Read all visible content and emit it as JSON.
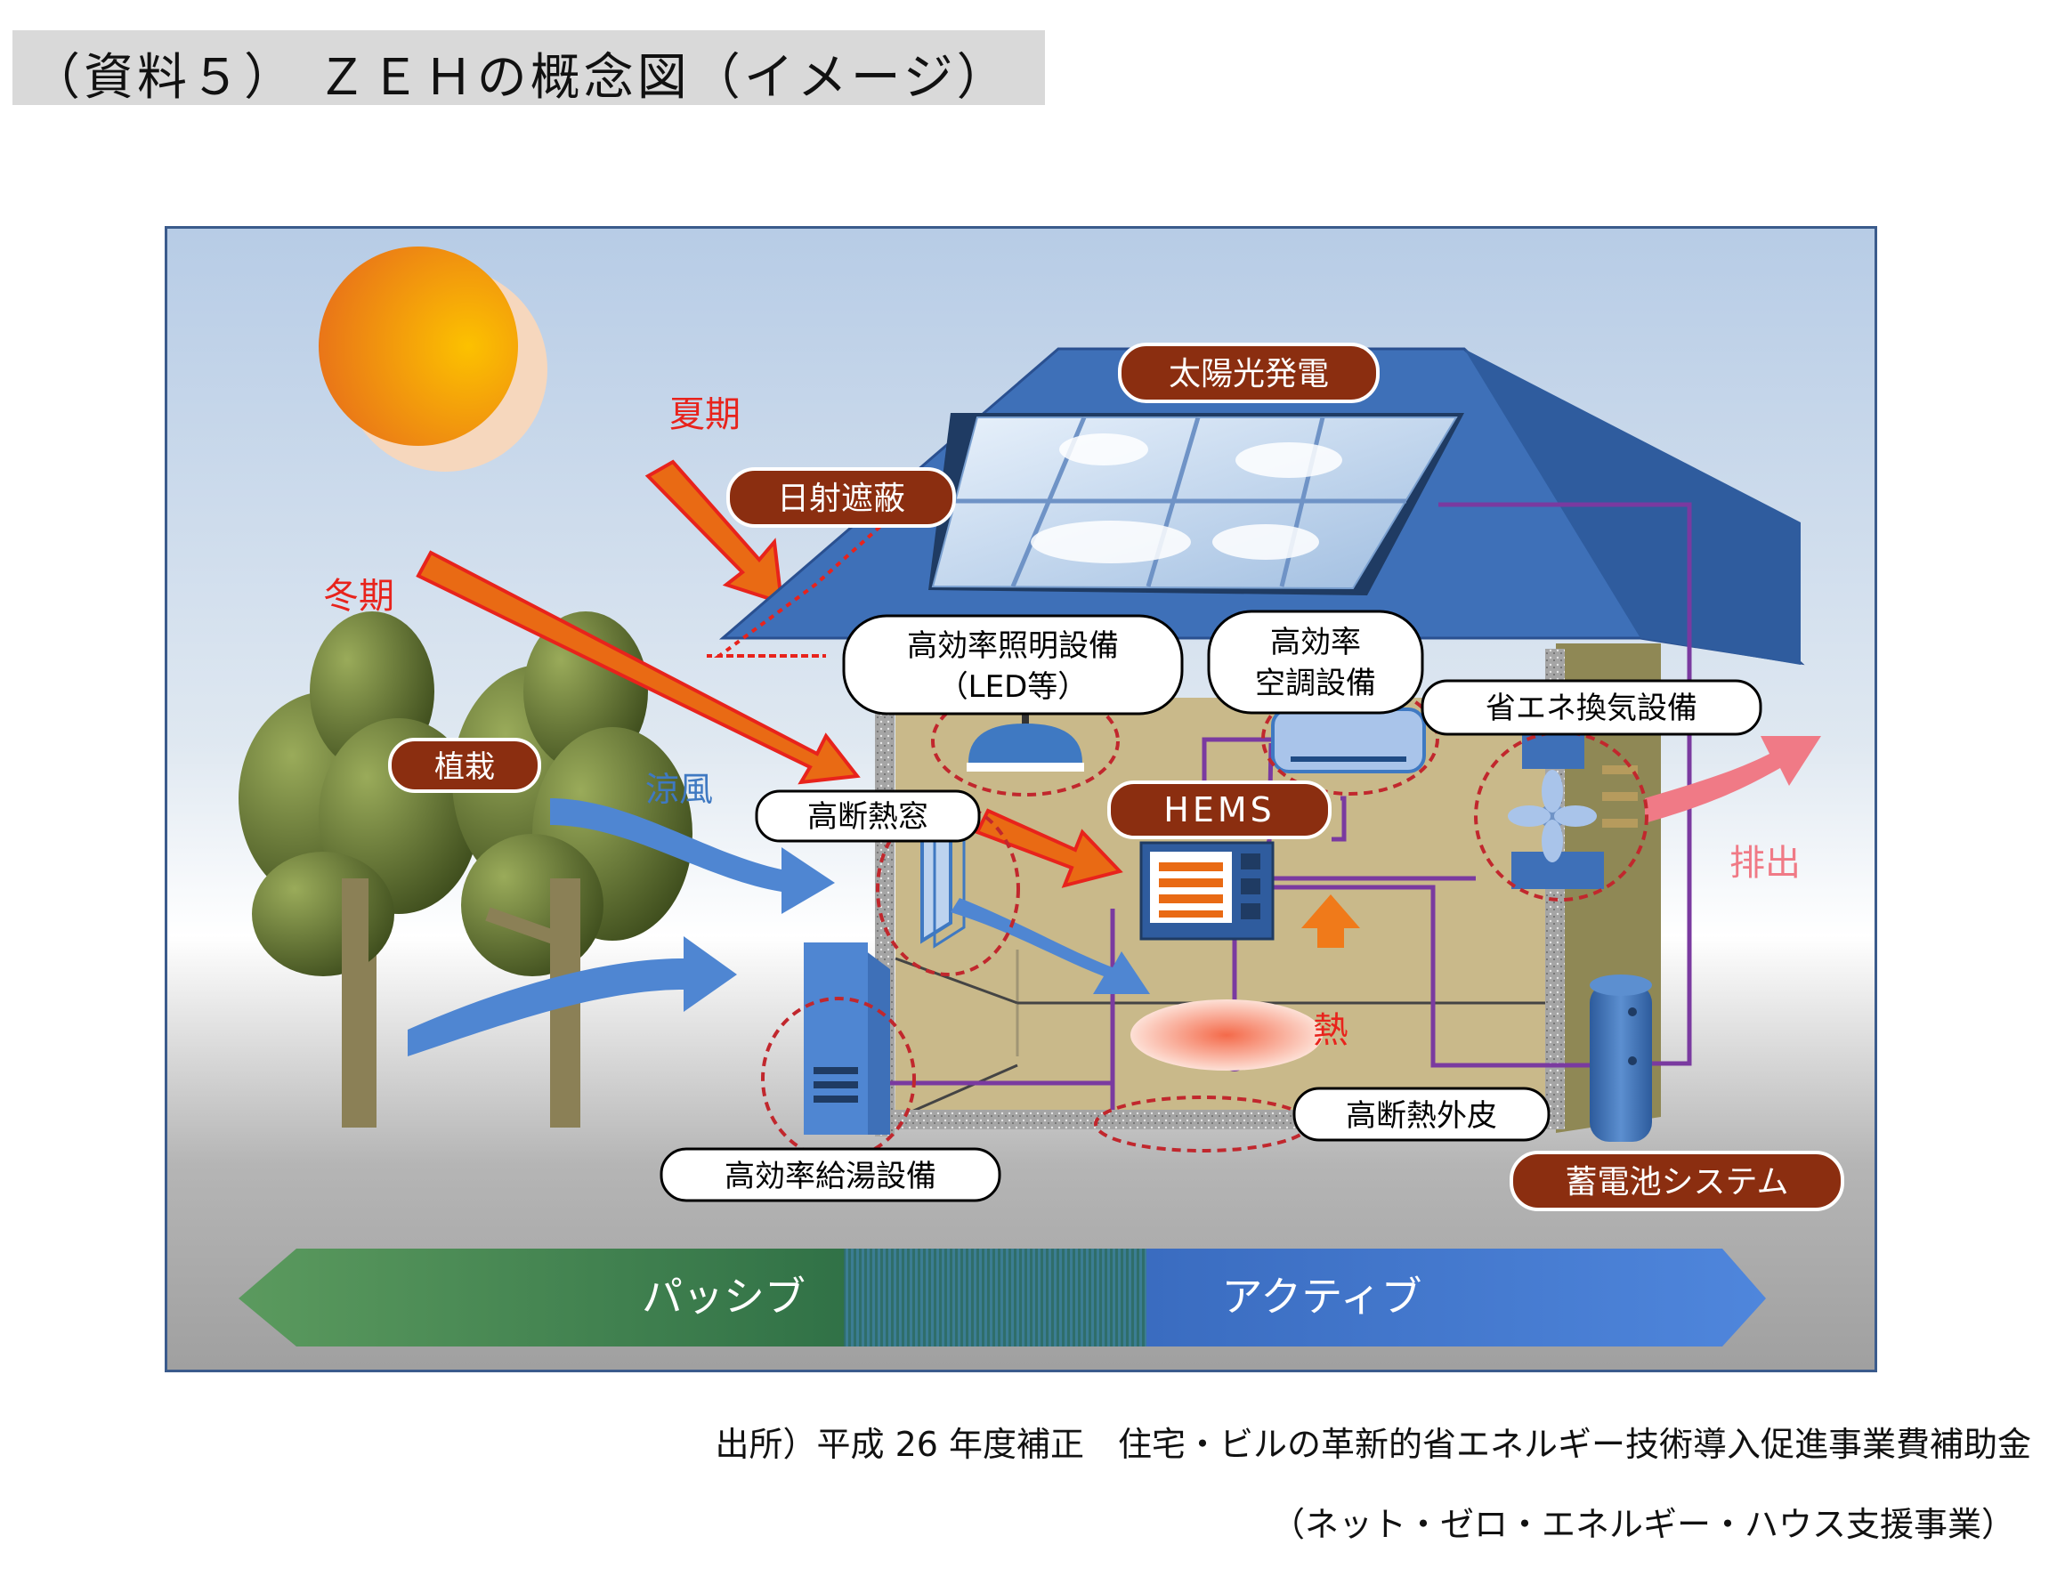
{
  "page": {
    "title": "（資料５） ＺＥＨの概念図（イメージ）",
    "source_line1": "出所）平成 26 年度補正　住宅・ビルの革新的省エネルギー技術導入促進事業費補助金",
    "source_line2": "（ネット・ゼロ・エネルギー・ハウス支援事業）"
  },
  "diagram": {
    "labels": {
      "solar": "太陽光発電",
      "summer": "夏期",
      "winter": "冬期",
      "shading": "日射遮蔽",
      "planting": "植栽",
      "cool_wind": "涼風",
      "lighting_line1": "高効率照明設備",
      "lighting_line2": "（LED等）",
      "aircon_line1": "高効率",
      "aircon_line2": "空調設備",
      "ventilation": "省エネ換気設備",
      "hems": "HEMS",
      "window": "高断熱窓",
      "exhaust": "排出",
      "heat": "熱",
      "envelope": "高断熱外皮",
      "water_heater": "高効率給湯設備",
      "battery": "蓄電池システム",
      "passive": "パッシブ",
      "active": "アクティブ"
    },
    "colors": {
      "label_fill_dark": "#8b2e10",
      "label_text_light": "#ffffff",
      "red_text": "#e8231c",
      "blue_text": "#3f79c2",
      "pink_text": "#f07a86",
      "roof": "#3f6fb8",
      "wall": "#c9b98a",
      "wire": "#7a3aa0",
      "passive_green": "#3f8a4e",
      "active_blue": "#4a7ed0"
    }
  }
}
